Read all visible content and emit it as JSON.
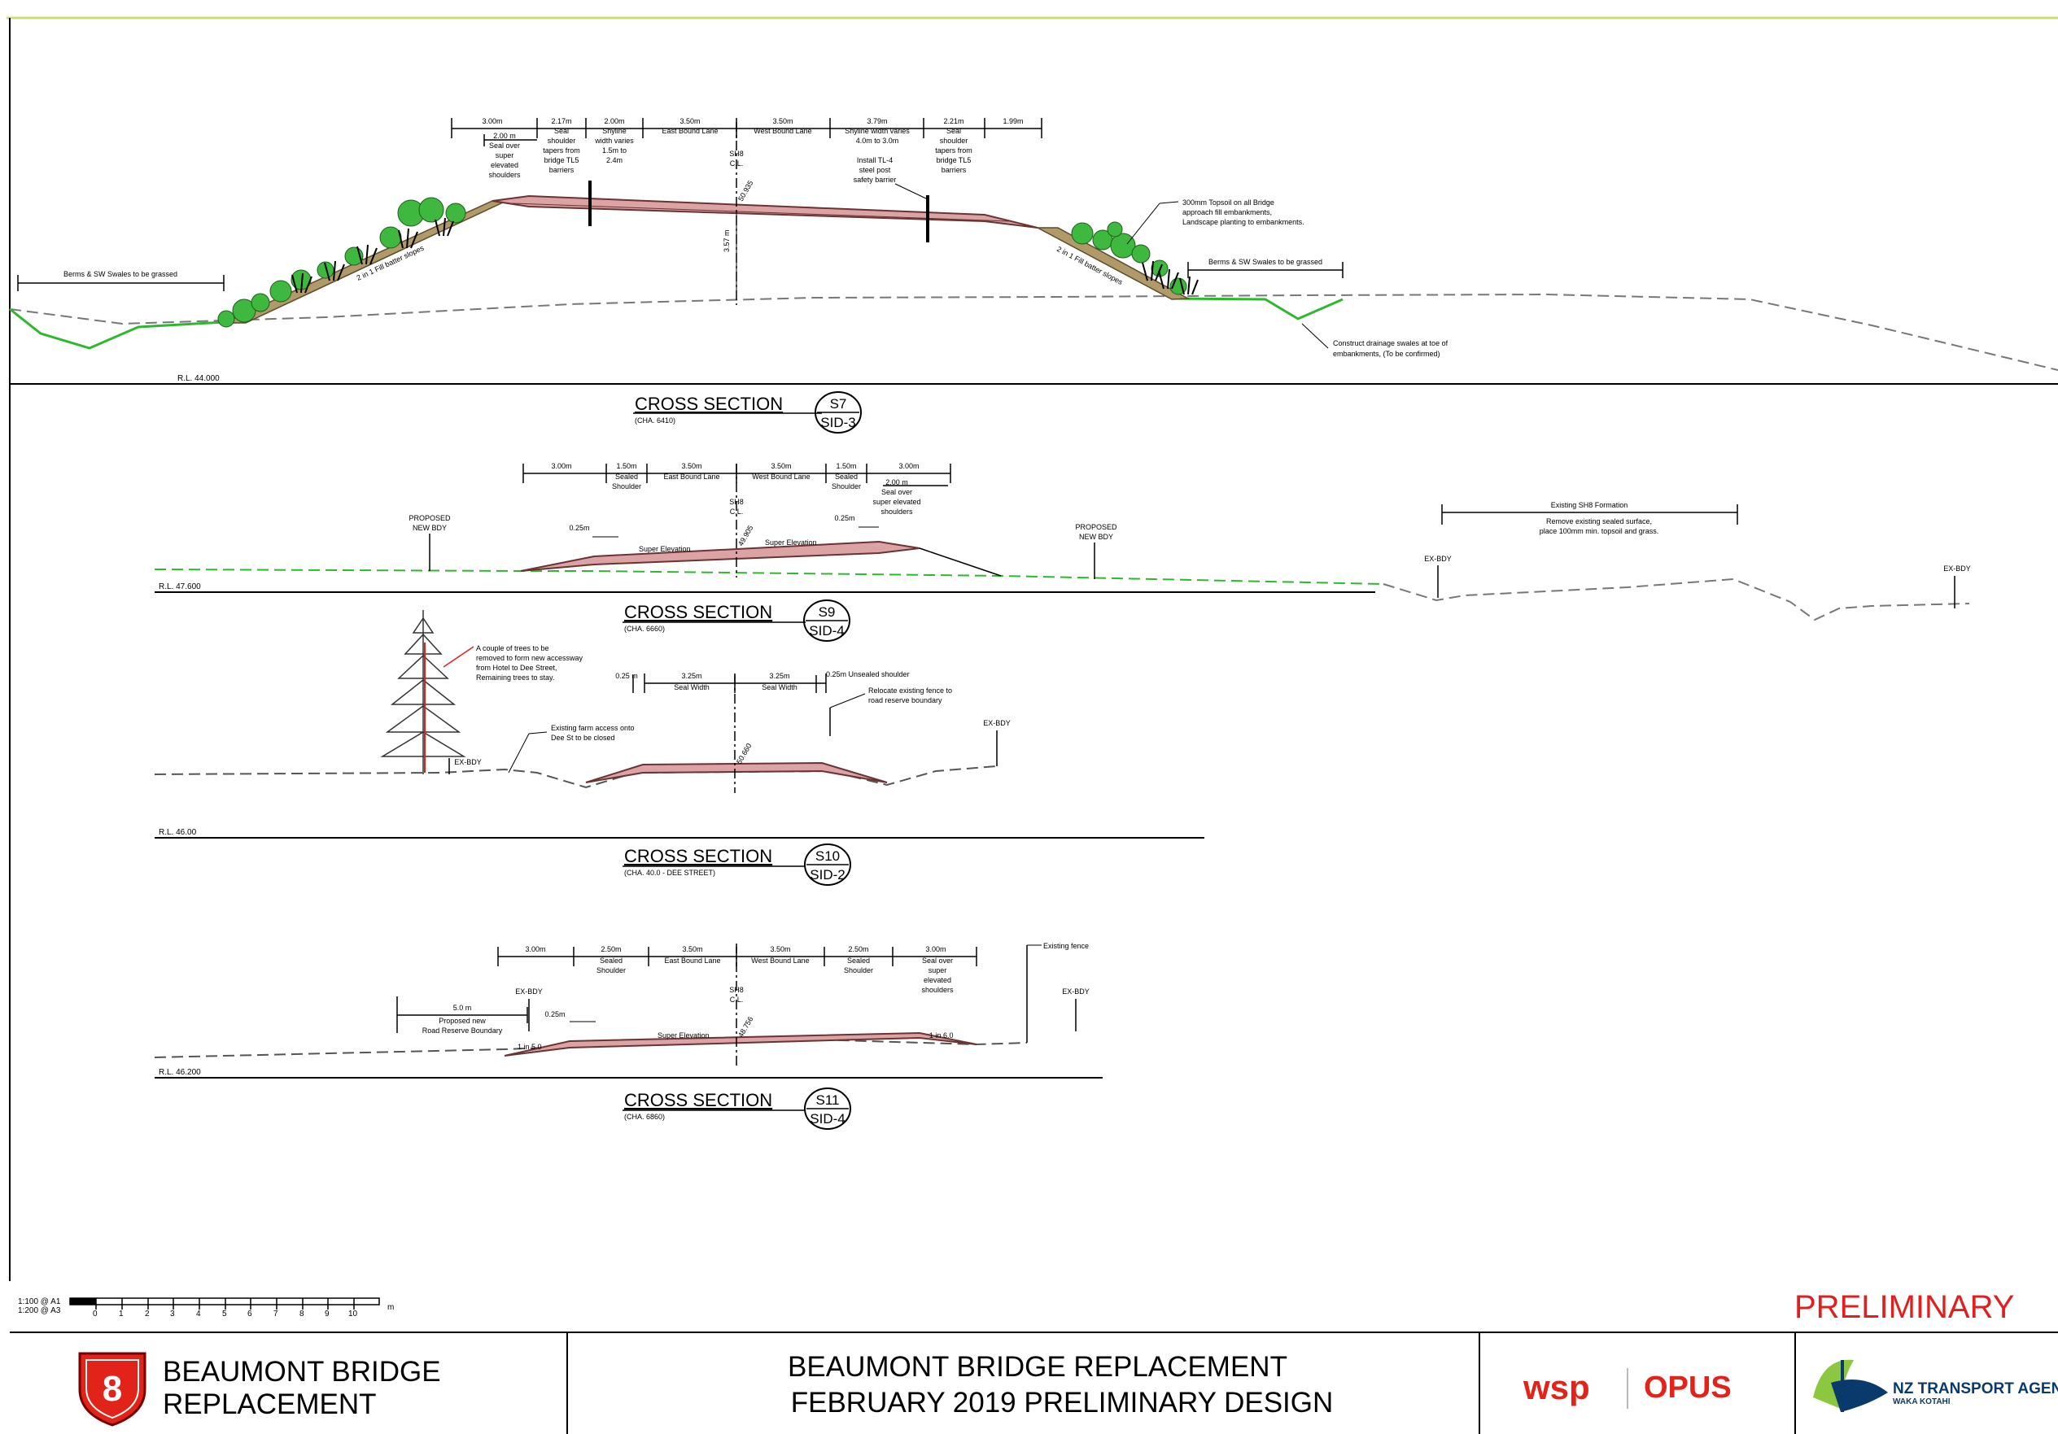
{
  "sections": {
    "s7": {
      "title": "CROSS SECTION",
      "chainage": "(CHA. 6410)",
      "bubble_top": "S7",
      "bubble_bottom": "SID-3",
      "rl": "R.L. 44.000",
      "dims": [
        "3.00m",
        "2.17m",
        "2.00m",
        "3.50m",
        "3.50m",
        "3.79m",
        "2.21m",
        "1.99m"
      ],
      "sub_dims": [
        "2.00 m"
      ],
      "dim_labels": [
        "East Bound Lane",
        "West Bound Lane",
        "Shyline width varies",
        "4.0m to 3.0m"
      ],
      "notes": {
        "seal_over": [
          "Seal over",
          "super",
          "elevated",
          "shoulders"
        ],
        "seal_left": [
          "Seal",
          "shoulder",
          "tapers from",
          "bridge TL5",
          "barriers"
        ],
        "shyline": [
          "Shyline",
          "width varies",
          "1.5m to",
          "2.4m"
        ],
        "seal_right": [
          "Seal",
          "shoulder",
          "tapers from",
          "bridge TL5",
          "barriers"
        ],
        "sh8": [
          "SH8",
          "C.L."
        ],
        "barrier": [
          "Install TL-4",
          "steel post",
          "safety barrier"
        ],
        "topsoil": [
          "300mm Topsoil on all Bridge",
          "approach fill embankments,",
          "Landscape planting to embankments."
        ],
        "berms_left": "Berms & SW Swales to be grassed",
        "berms_right": "Berms & SW Swales to be grassed",
        "batter_left": "2 in 1 Fill batter slopes",
        "batter_right": "2 in 1 Fill batter slopes",
        "drainage": [
          "Construct drainage swales at toe of",
          "embankments, (To be confirmed)"
        ],
        "height": "3.57 m",
        "level": "50.935"
      }
    },
    "s9": {
      "title": "CROSS SECTION",
      "chainage": "(CHA. 6660)",
      "bubble_top": "S9",
      "bubble_bottom": "SID-4",
      "rl": "R.L. 47.600",
      "dims": [
        "3.00m",
        "1.50m",
        "3.50m",
        "3.50m",
        "1.50m",
        "3.00m"
      ],
      "sub_dims": [
        "2.00 m"
      ],
      "dim_labels": [
        "Sealed",
        "Shoulder",
        "East Bound Lane",
        "West Bound Lane",
        "Sealed",
        "Shoulder"
      ],
      "notes": {
        "seal_over": [
          "Seal over",
          "super elevated",
          "shoulders"
        ],
        "sh8": [
          "SH8",
          "C.L."
        ],
        "proposed_left": [
          "PROPOSED",
          "NEW BDY"
        ],
        "proposed_right": [
          "PROPOSED",
          "NEW BDY"
        ],
        "gap_left": "0.25m",
        "gap_right": "0.25m",
        "super_left": "Super Elevation",
        "super_right": "Super Elevation",
        "level": "49.905",
        "existing_title": "Existing SH8 Formation",
        "existing_note": [
          "Remove existing sealed surface,",
          "place 100mm min. topsoil and grass."
        ],
        "exbdy_left": "EX-BDY",
        "exbdy_right": "EX-BDY"
      }
    },
    "s10": {
      "title": "CROSS SECTION",
      "chainage": "(CHA. 40.0 - DEE STREET)",
      "bubble_top": "S10",
      "bubble_bottom": "SID-2",
      "rl": "R.L. 46.00",
      "dims": [
        "0.25 m",
        "3.25m",
        "3.25m",
        "0.25m Unsealed shoulder"
      ],
      "dim_labels": [
        "Seal Width",
        "Seal Width"
      ],
      "notes": {
        "trees": [
          "A couple of trees to be",
          "removed to form new accessway",
          "from Hotel to Dee Street,",
          "Remaining trees to stay."
        ],
        "farm": [
          "Existing farm access onto",
          "Dee St to be closed"
        ],
        "fence": [
          "Relocate existing fence to",
          "road reserve boundary"
        ],
        "exbdy_left": "EX-BDY",
        "exbdy_right": "EX-BDY",
        "level": "50.660"
      }
    },
    "s11": {
      "title": "CROSS SECTION",
      "chainage": "(CHA. 6860)",
      "bubble_top": "S11",
      "bubble_bottom": "SID-4",
      "rl": "R.L. 46.200",
      "dims": [
        "3.00m",
        "2.50m",
        "3.50m",
        "3.50m",
        "2.50m",
        "3.00m"
      ],
      "dim_labels": [
        "Sealed",
        "Shoulder",
        "East Bound Lane",
        "West Bound Lane",
        "Sealed",
        "Shoulder"
      ],
      "notes": {
        "seal_over": [
          "Seal over",
          "super",
          "elevated",
          "shoulders"
        ],
        "sh8": [
          "SH8",
          "C.L."
        ],
        "exbdy_left": "EX-BDY",
        "exbdy_right": "EX-BDY",
        "reserve_dim": "5.0 m",
        "reserve": [
          "Proposed new",
          "Road Reserve Boundary"
        ],
        "gap": "0.25m",
        "slope_left": "1 in 5.0",
        "slope_right": "1 in 6.0",
        "super": "Super Elevation",
        "level": "48.756",
        "fence": "Existing fence"
      }
    }
  },
  "scale_bar": {
    "label_a1": "1:100 @ A1",
    "label_a3": "1:200 @ A3",
    "ticks": [
      "0",
      "1",
      "2",
      "3",
      "4",
      "5",
      "6",
      "7",
      "8",
      "9",
      "10"
    ],
    "unit": "m"
  },
  "stamp": "PRELIMINARY",
  "title_block": {
    "shield_number": "8",
    "project_line1": "BEAUMONT BRIDGE",
    "project_line2": "REPLACEMENT",
    "drawing_line1": "BEAUMONT BRIDGE REPLACEMENT",
    "drawing_line2": "FEBRUARY 2019 PRELIMINARY DESIGN",
    "logo_wsp": "wsp",
    "logo_opus": "OPUS",
    "logo_nzta": "NZ TRANSPORT AGENCY",
    "logo_nzta_sub": "WAKA KOTAHI"
  },
  "colors": {
    "pavement": "#dba3a3",
    "grass": "#2eb82e",
    "embankment": "#b09a6a",
    "stamp": "#e02020",
    "shield": "#e2231a",
    "border_top": "#c8dc78"
  }
}
